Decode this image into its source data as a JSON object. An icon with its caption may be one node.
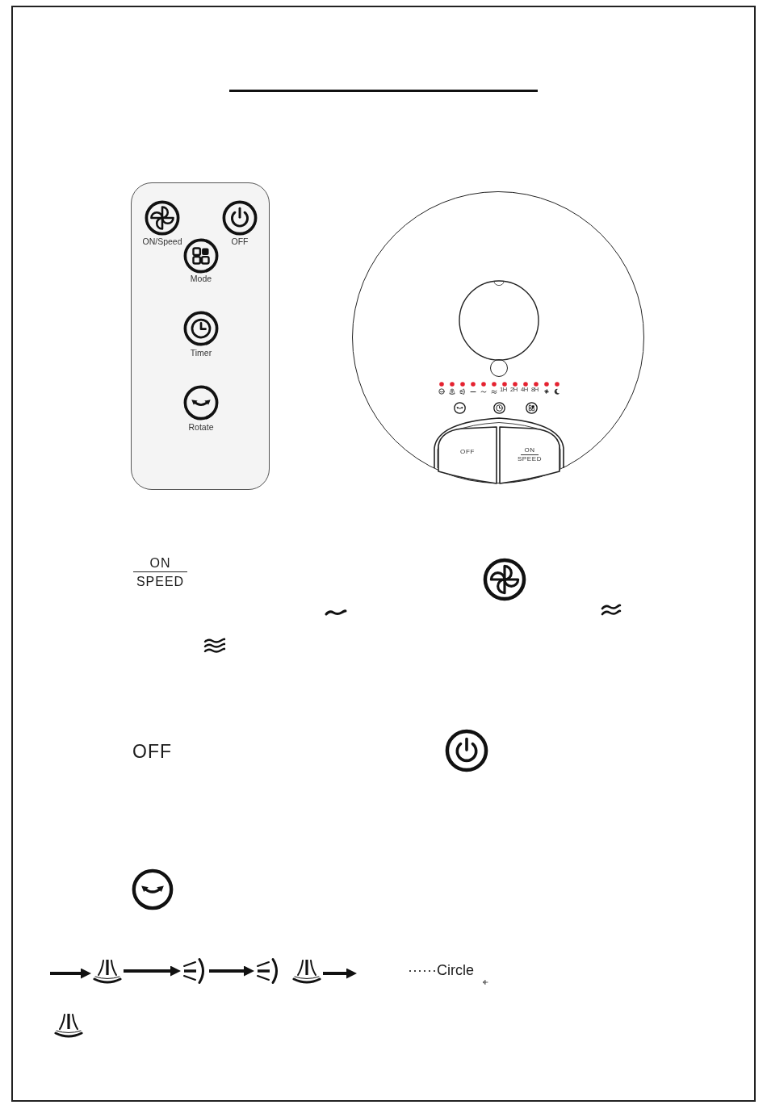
{
  "diagram": {
    "nodes": [
      {
        "text": [],
        "shape": "box"
      },
      {
        "text": [
          "ON/Speed"
        ],
        "in": 0
      },
      {
        "text": [
          "OFF"
        ],
        "in": 0
      },
      {
        "text": [
          "Mode"
        ],
        "in": 0
      },
      {
        "text": [
          "Timer"
        ],
        "in": 0
      },
      {
        "text": [
          "Rotate"
        ],
        "in": 0
      },
      {
        "text": [],
        "shape": "circle"
      },
      {
        "text": [
          "OFF"
        ],
        "in": 6
      },
      {
        "text": [
          "ON",
          "SPEED"
        ],
        "in": 6
      },
      {
        "text": [],
        "shape": "picture"
      },
      {
        "text": [],
        "shape": "picture"
      },
      {
        "text": [],
        "shape": "picture"
      },
      {
        "text": [],
        "shape": "picture"
      },
      {
        "text": [],
        "shape": "picture"
      }
    ],
    "edges": [
      {
        "from": null,
        "to": 9,
        "arrow": "to"
      },
      {
        "from": 9,
        "to": 10,
        "arrow": "to"
      },
      {
        "from": 10,
        "to": 11,
        "arrow": "to"
      },
      {
        "from": 12,
        "to": null,
        "arrow": "to"
      }
    ],
    "labels": [
      "1H",
      "2H",
      "4H",
      "8H",
      "ON",
      "SPEED",
      "OFF",
      "······Circle"
    ]
  }
}
